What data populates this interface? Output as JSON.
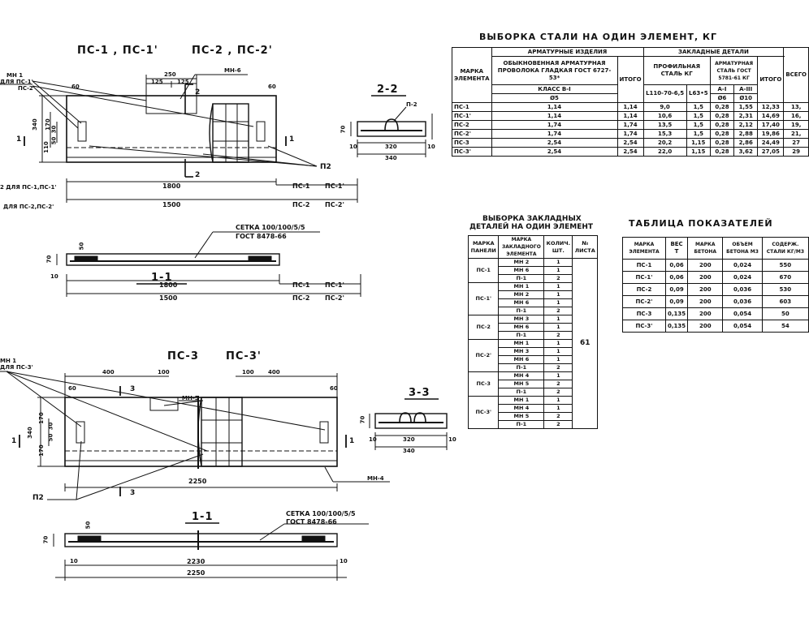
{
  "drawing_a": {
    "title_left": "ПС-1 , ПС-1'",
    "title_right": "ПС-2 , ПС-2'",
    "mn1": "МН 1",
    "mn1_for": "ДЛЯ ПС-1'",
    "mn1_for2": "ПС-2'",
    "mn6": "МН-6",
    "p2": "П2",
    "dim_250": "250",
    "dim_125a": "125",
    "dim_125b": "125",
    "dim_60a": "60",
    "dim_60b": "60",
    "dim_340": "340",
    "dim_170": "170",
    "dim_110": "110",
    "dim_30": "30",
    "dim_50": "50",
    "dim_1800": "1800",
    "dim_1500": "1500",
    "lbl_pc1": "ПС-1",
    "lbl_pc1p": "ПС-1'",
    "lbl_pc2": "ПС-2",
    "lbl_pc2p": "ПС-2'",
    "note_pc1": "2 ДЛЯ ПС-1,ПС-1'",
    "note_pc2": "ДЛЯ ПС-2,ПС-2'",
    "mark_1": "1",
    "mark_2": "2"
  },
  "section_22": {
    "title": "2-2",
    "p2": "П-2",
    "dim_320": "320",
    "dim_340": "340",
    "dim_10a": "10",
    "dim_10b": "10",
    "dim_70": "70"
  },
  "section_11a": {
    "title": "1-1",
    "mesh": "СЕТКА 100/100/5/5",
    "gost": "ГОСТ 8478-66",
    "dim_1800": "1800",
    "dim_1500": "1500",
    "dim_10": "10",
    "dim_50": "50",
    "dim_70": "70",
    "lbl_pc1": "ПС-1",
    "lbl_pc1p": "ПС-1'",
    "lbl_pc2": "ПС-2",
    "lbl_pc2p": "ПС-2'"
  },
  "drawing_b": {
    "title_left": "ПС-3",
    "title_right": "ПС-3'",
    "mn1": "МН 1",
    "mn1_for": "ДЛЯ ПС-3'",
    "mn5": "МН-5",
    "mn4": "МН-4",
    "p2": "П2",
    "dim_400a": "400",
    "dim_400b": "400",
    "dim_100a": "100",
    "dim_100b": "100",
    "dim_60a": "60",
    "dim_60b": "60",
    "dim_340": "340",
    "dim_170a": "170",
    "dim_170b": "170",
    "dim_30": "30",
    "dim_50": "50",
    "dim_2250": "2250",
    "mark_3": "3",
    "mark_1": "1"
  },
  "section_33": {
    "title": "3-3",
    "dim_320": "320",
    "dim_340": "340",
    "dim_10a": "10",
    "dim_10b": "10",
    "dim_70": "70"
  },
  "section_11b": {
    "title": "1-1",
    "mesh": "СЕТКА 100/100/5/5",
    "gost": "ГОСТ 8478-66",
    "dim_2230": "2230",
    "dim_2250": "2250",
    "dim_10a": "10",
    "dim_10b": "10",
    "dim_50": "50",
    "dim_70": "70"
  },
  "steel_table": {
    "title": "ВЫБОРКА СТАЛИ НА ОДИН ЭЛЕМЕНТ, КГ",
    "h_mark": "МАРКА ЭЛЕМЕНТА",
    "h_arm": "АРМАТУРНЫЕ ИЗДЕЛИЯ",
    "h_emb": "ЗАКЛАДНЫЕ ДЕТАЛИ",
    "h_wire": "ОБЫКНОВЕННАЯ АРМАТУРНАЯ ПРОВОЛОКА ГЛАДКАЯ ГОСТ 6727-53*",
    "h_class": "КЛАСС В-I",
    "h_d5": "Ø5",
    "h_itogo": "ИТОГО",
    "h_prof": "ПРОФИЛЬНАЯ СТАЛЬ КГ",
    "h_l": "L110-70-6,5",
    "h_l63": "L63•5",
    "h_armst": "АРМАТУРНАЯ СТАЛЬ ГОСТ 5781-61 КГ",
    "h_ai": "А-I",
    "h_aiii": "А-III",
    "h_d6": "Ø6",
    "h_d10": "Ø10",
    "h_itogo2": "ИТОГО",
    "h_all": "ВСЕГО",
    "rows": [
      {
        "mark": "ПС-1",
        "w": "1,14",
        "wt": "1,14",
        "l1": "9,0",
        "l2": "1,5",
        "a1": "0,28",
        "a3": "1,55",
        "it": "12,33",
        "all": "13,"
      },
      {
        "mark": "ПС-1'",
        "w": "1,14",
        "wt": "1,14",
        "l1": "10,6",
        "l2": "1,5",
        "a1": "0,28",
        "a3": "2,31",
        "it": "14,69",
        "all": "16,"
      },
      {
        "mark": "ПС-2",
        "w": "1,74",
        "wt": "1,74",
        "l1": "13,5",
        "l2": "1,5",
        "a1": "0,28",
        "a3": "2,12",
        "it": "17,40",
        "all": "19,"
      },
      {
        "mark": "ПС-2'",
        "w": "1,74",
        "wt": "1,74",
        "l1": "15,3",
        "l2": "1,5",
        "a1": "0,28",
        "a3": "2,88",
        "it": "19,86",
        "all": "21,"
      },
      {
        "mark": "ПС-3",
        "w": "2,54",
        "wt": "2,54",
        "l1": "20,2",
        "l2": "1,15",
        "a1": "0,28",
        "a3": "2,86",
        "it": "24,49",
        "all": "27"
      },
      {
        "mark": "ПС-3'",
        "w": "2,54",
        "wt": "2,54",
        "l1": "22,0",
        "l2": "1,15",
        "a1": "0,28",
        "a3": "3,62",
        "it": "27,05",
        "all": "29"
      }
    ]
  },
  "embedded_table": {
    "title1": "ВЫБОРКА ЗАКЛАДНЫХ",
    "title2": "ДЕТАЛЕЙ НА ОДИН ЭЛЕМЕНТ",
    "h_mark": "МАРКА ПАНЕЛИ",
    "h_emb": "МАРКА ЗАКЛАДНОГО ЭЛЕМЕНТА",
    "h_qty": "КОЛИЧ. ШТ.",
    "h_sheet": "№ ЛИСТА",
    "sheet": "61",
    "groups": [
      {
        "mark": "ПС-1",
        "items": [
          [
            "МН 2",
            "1"
          ],
          [
            "МН 6",
            "1"
          ],
          [
            "П-1",
            "2"
          ]
        ]
      },
      {
        "mark": "ПС-1'",
        "items": [
          [
            "МН 1",
            "1"
          ],
          [
            "МН 2",
            "1"
          ],
          [
            "МН 6",
            "1"
          ],
          [
            "П-1",
            "2"
          ]
        ]
      },
      {
        "mark": "ПС-2",
        "items": [
          [
            "МН 3",
            "1"
          ],
          [
            "МН 6",
            "1"
          ],
          [
            "П-1",
            "2"
          ]
        ]
      },
      {
        "mark": "ПС-2'",
        "items": [
          [
            "МН 1",
            "1"
          ],
          [
            "МН 3",
            "1"
          ],
          [
            "МН 6",
            "1"
          ],
          [
            "П-1",
            "2"
          ]
        ]
      },
      {
        "mark": "ПС-3",
        "items": [
          [
            "МН 4",
            "1"
          ],
          [
            "МН 5",
            "2"
          ],
          [
            "П-1",
            "2"
          ]
        ]
      },
      {
        "mark": "ПС-3'",
        "items": [
          [
            "МН 1",
            "1"
          ],
          [
            "МН 4",
            "1"
          ],
          [
            "МН 5",
            "2"
          ],
          [
            "П-1",
            "2"
          ]
        ]
      }
    ]
  },
  "indicators_table": {
    "title": "ТАБЛИЦА ПОКАЗАТЕЛЕЙ",
    "h_mark": "МАРКА ЭЛЕМЕНТА",
    "h_weight": "ВЕС Т",
    "h_grade": "МАРКА БЕТОНА",
    "h_vol": "ОБЪЕМ БЕТОНА М3",
    "h_steel": "СОДЕРЖ. СТАЛИ КГ/М3",
    "rows": [
      {
        "mark": "ПС-1",
        "w": "0,06",
        "g": "200",
        "v": "0,024",
        "s": "550"
      },
      {
        "mark": "ПС-1'",
        "w": "0,06",
        "g": "200",
        "v": "0,024",
        "s": "670"
      },
      {
        "mark": "ПС-2",
        "w": "0,09",
        "g": "200",
        "v": "0,036",
        "s": "530"
      },
      {
        "mark": "ПС-2'",
        "w": "0,09",
        "g": "200",
        "v": "0,036",
        "s": "603"
      },
      {
        "mark": "ПС-3",
        "w": "0,135",
        "g": "200",
        "v": "0,054",
        "s": "50"
      },
      {
        "mark": "ПС-3'",
        "w": "0,135",
        "g": "200",
        "v": "0,054",
        "s": "54"
      }
    ]
  }
}
